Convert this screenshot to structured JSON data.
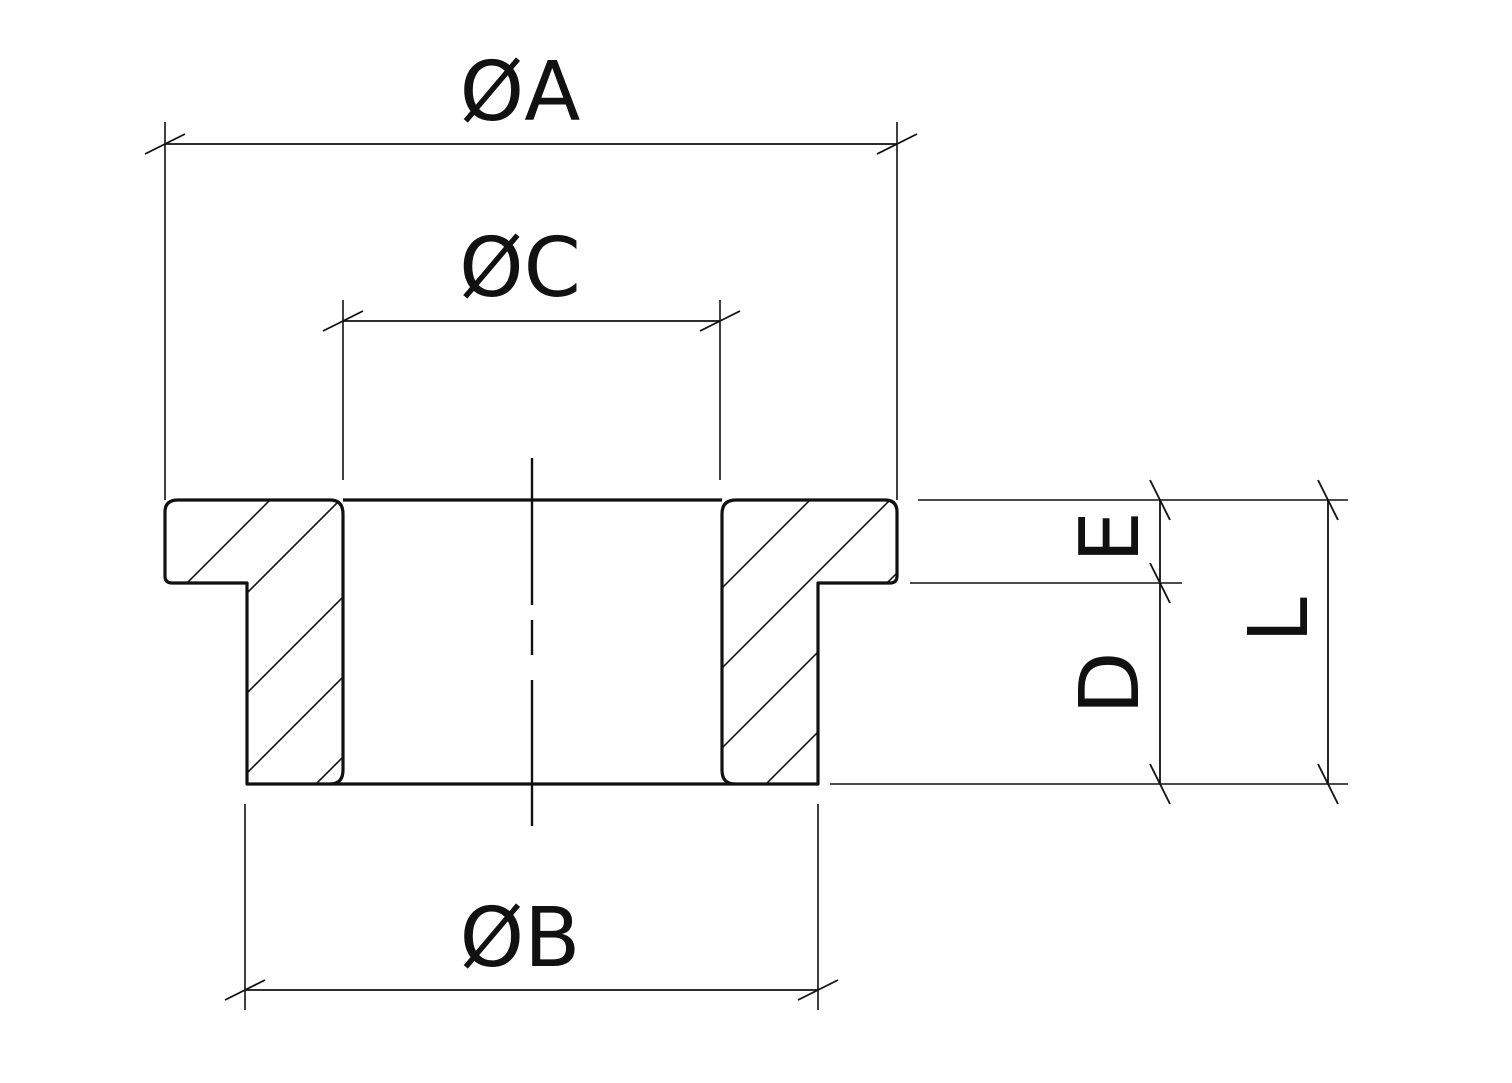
{
  "labels": {
    "dim_a": "ØA",
    "dim_c": "ØC",
    "dim_b": "ØB",
    "dim_e": "E",
    "dim_d": "D",
    "dim_l": "L"
  },
  "colors": {
    "line": "#111111",
    "background": "#ffffff"
  }
}
